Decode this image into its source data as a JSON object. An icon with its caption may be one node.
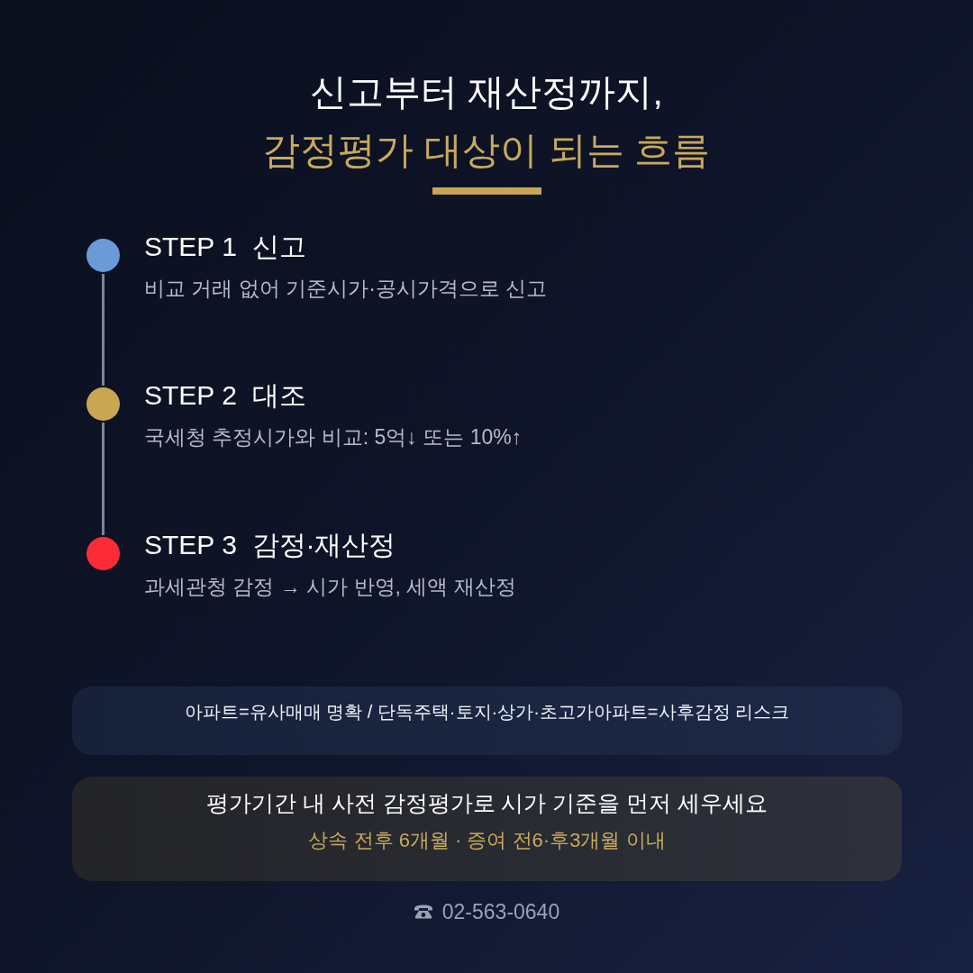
{
  "diagram": {
    "title": "신고부터 재산정까지,",
    "nodes": [
      {
        "text": [],
        "shape": "circle",
        "beside": [
          "STEP 1  신고",
          "비교 거래 없어 기준시가·공시가격으로 신고"
        ]
      },
      {
        "text": [],
        "shape": "circle",
        "beside": [
          "STEP 2  대조",
          "국세청 추정시가와 비교: 5억↓ 또는 10%↑"
        ]
      },
      {
        "text": [],
        "shape": "circle",
        "beside": [
          "STEP 3  감정·재산정",
          "과세관청 감정 → 시가 반영, 세액 재산정"
        ]
      },
      {
        "text": [
          "아파트=유사매매 명확 / 단독주택·토지·상가·초고가아파트=사후감정 리스크"
        ]
      },
      {
        "text": [
          "평가기간 내 사전 감정평가로 시가 기준을 먼저 세우세요",
          "상속 전후 6개월 · 증여 전6·후3개월 이내"
        ]
      }
    ],
    "edges": [
      {
        "from": 0,
        "to": 1,
        "arrow": "none"
      },
      {
        "from": 1,
        "to": 2,
        "arrow": "none"
      }
    ],
    "labels": [
      "감정평가 대상이 되는 흐름",
      "02-563-0640"
    ]
  }
}
